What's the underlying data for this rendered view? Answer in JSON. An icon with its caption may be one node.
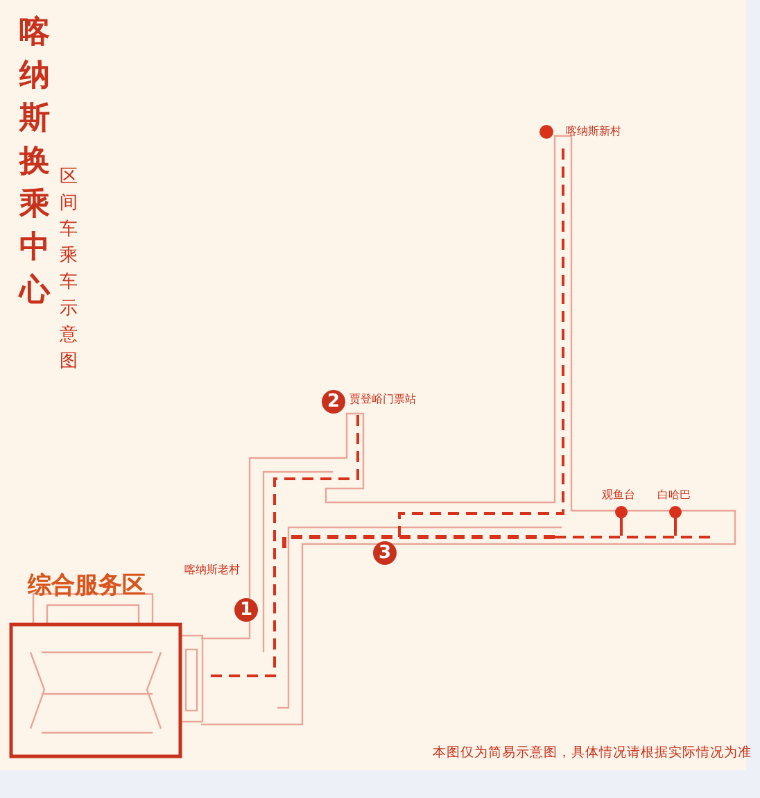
{
  "diagram": {
    "title": "喀纳斯换乘中心",
    "caption": "本图仅为简易示意图，具体情况请根据实际情况为准",
    "nodes": [
      {
        "text": [
          "综合服务区"
        ]
      }
    ],
    "labels": [
      "区间车乘车示意图",
      "喀纳斯新村",
      "2",
      "贾登峪门票站",
      "观鱼台",
      "白哈巴",
      "喀纳斯老村",
      "3",
      "1"
    ]
  }
}
